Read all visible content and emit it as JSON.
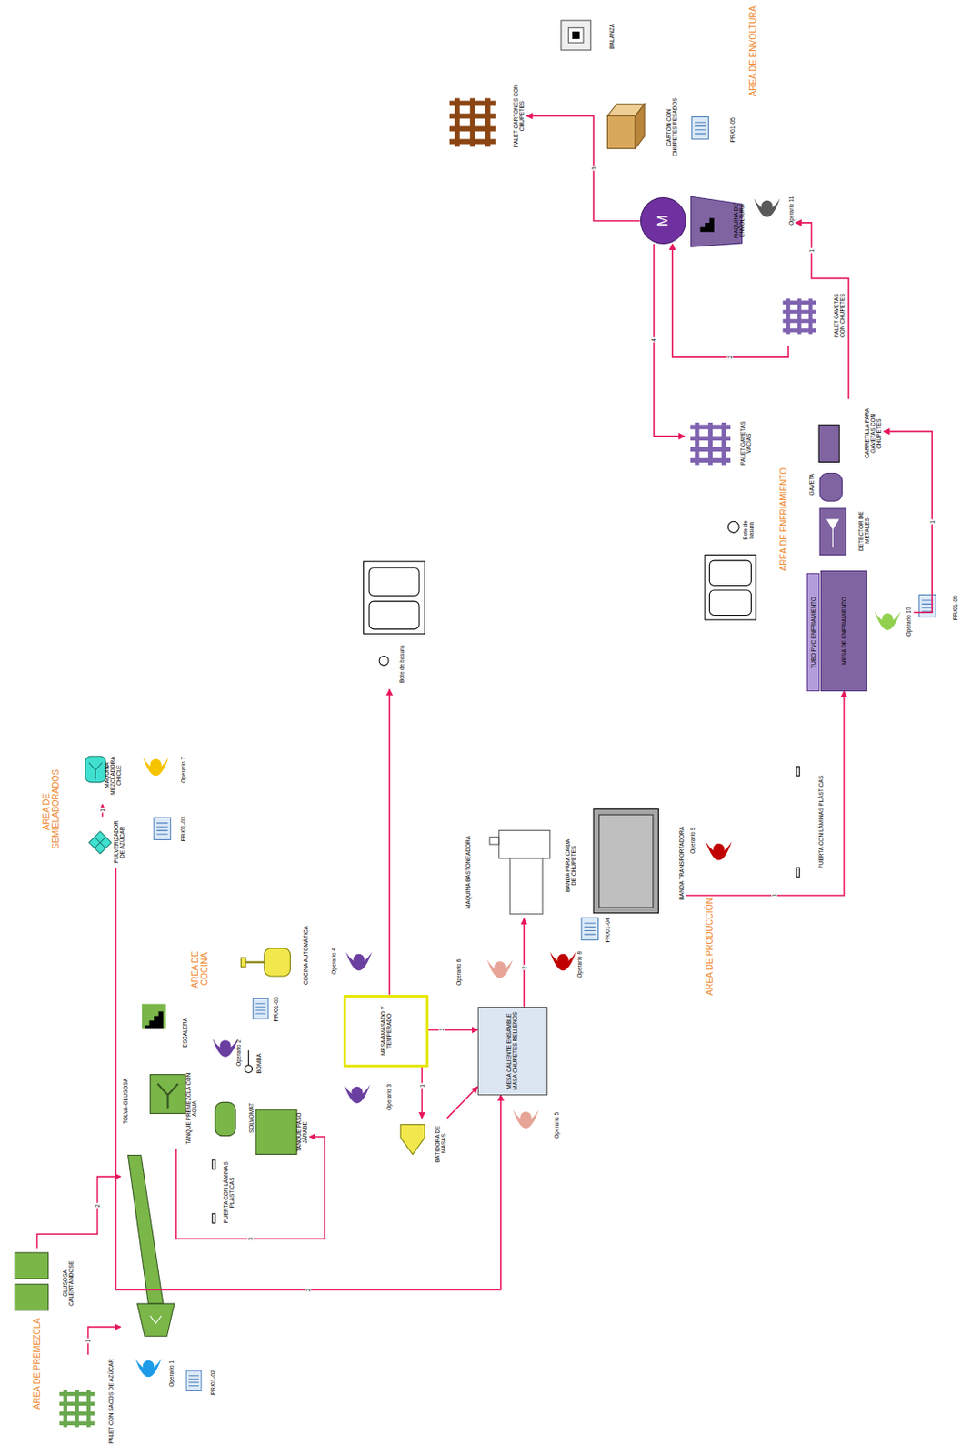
{
  "diagram": {
    "nodes": [
      {
        "text": [
          "PALET CON SACOS DE AZÚCAR"
        ]
      },
      {
        "text": [
          "Operario 1"
        ]
      },
      {
        "text": [
          "TOLVA-GLUSOSA"
        ]
      },
      {
        "text": [
          "GLUSOSA CALENTÁNDOSE"
        ]
      },
      {
        "text": [
          "ESCALERA"
        ]
      },
      {
        "text": [
          "TANQUE PREMEZCLA CON AGUA"
        ]
      },
      {
        "text": [
          "SOLVOMAT"
        ]
      },
      {
        "text": [
          "TANQUE PASO JARABE"
        ]
      },
      {
        "text": [
          "PUERTA CON LÁMINAS PLÁSTICAS"
        ]
      },
      {
        "text": [
          "BOMBA"
        ]
      },
      {
        "text": [
          "Operario 2"
        ]
      },
      {
        "text": [
          "COCINA AUTOMÁTICA"
        ]
      },
      {
        "text": [
          "Operario 3"
        ]
      },
      {
        "text": [
          "Operario 4"
        ]
      },
      {
        "text": [
          "MESA AMASADO Y TEMPERADO"
        ]
      },
      {
        "text": [
          "BATIDORA DE MASAS"
        ]
      },
      {
        "text": [
          "MESA CALIENTE ENSAMBLE MASA CHUPETES RELLENOS"
        ]
      },
      {
        "text": [
          "Operario 5"
        ]
      },
      {
        "text": [
          "Operario 6"
        ]
      },
      {
        "text": [
          "PULVERIZADOR DE AZÚCAR"
        ]
      },
      {
        "text": [
          "MAQUINA MEZCLADORA CHICLE"
        ]
      },
      {
        "text": [
          "Operario 7"
        ]
      },
      {
        "text": [
          "Bote de basura"
        ]
      },
      {
        "text": [
          "MAQUINA BASTONEADORA"
        ]
      },
      {
        "text": [
          "BANDA PARA CAIDA DE CHUPETES"
        ]
      },
      {
        "text": [
          "BANDA TRANSPORTADORA"
        ]
      },
      {
        "text": [
          "Operario 8"
        ]
      },
      {
        "text": [
          "Operario 9"
        ]
      },
      {
        "text": [
          "PUERTA CON LÁMINAS PLÁSTICAS"
        ]
      },
      {
        "text": [
          "TUBO PVC ENFRIAMIENTO"
        ]
      },
      {
        "text": [
          "MESA DE ENFRIAMIENTO"
        ]
      },
      {
        "text": [
          "DETECTOR DE METALES"
        ]
      },
      {
        "text": [
          "GAVETA"
        ]
      },
      {
        "text": [
          "CARRETILLA PARA GAVETAS CON CHUPETES"
        ]
      },
      {
        "text": [
          "Operario 10"
        ]
      },
      {
        "text": [
          "Bote de basura"
        ]
      },
      {
        "text": [
          "PALET GAVETAS VACIAS"
        ]
      },
      {
        "text": [
          "PALET GAVETAS CON CHUPETES"
        ]
      },
      {
        "text": [
          "M"
        ]
      },
      {
        "text": [
          "MAQUINA DE ENVOLTURA"
        ]
      },
      {
        "text": [
          "Operario 11"
        ]
      },
      {
        "text": [
          "CARTÓN CON CHUPETES PESADOS"
        ]
      },
      {
        "text": [
          "PALET CARTONES CON CHUPETES"
        ]
      },
      {
        "text": [
          "BALANZA"
        ]
      }
    ],
    "edges": [
      {
        "from": 0,
        "to": 2,
        "label": "1",
        "arrow": "to"
      },
      {
        "from": 3,
        "to": 2,
        "label": "2",
        "arrow": "to"
      },
      {
        "from": 5,
        "to": 7,
        "label": "3",
        "arrow": "to"
      },
      {
        "from": 19,
        "to": 16,
        "label": "2",
        "arrow": "to"
      },
      {
        "from": 19,
        "to": 20,
        "label": "1",
        "arrow": "to"
      },
      {
        "from": 14,
        "to": 16,
        "label": "1",
        "arrow": "to"
      },
      {
        "from": 14,
        "to": 15,
        "label": "1",
        "arrow": "to"
      },
      {
        "from": 15,
        "to": 16,
        "arrow": "to"
      },
      {
        "from": 16,
        "to": 23,
        "label": "2",
        "arrow": "to"
      },
      {
        "from": 14,
        "to": 22,
        "arrow": "to"
      },
      {
        "from": 25,
        "to": 30,
        "label": "1",
        "arrow": "to"
      },
      {
        "from": 34,
        "to": 33,
        "label": "1",
        "arrow": "to"
      },
      {
        "from": 33,
        "to": 40,
        "label": "1",
        "arrow": "to"
      },
      {
        "from": 37,
        "to": 38,
        "label": "2",
        "arrow": "to"
      },
      {
        "from": 38,
        "to": 36,
        "label": "4",
        "arrow": "to"
      },
      {
        "from": 38,
        "to": 42,
        "label": "3",
        "arrow": "to"
      }
    ],
    "labels": [
      "AREA DE PREMEZCLA",
      "PR/01-02",
      "AREA DE SEMIELABORADOS",
      "PR/01-03",
      "AREA DE COCINA",
      "PR/01-03",
      "PR/01-04",
      "AREA DE PRODUCCIÓN",
      "AREA DE ENFRIAMIENTO",
      "PR/01-05",
      "PR/01-05",
      "AREA DE ENVOLTURA"
    ]
  }
}
